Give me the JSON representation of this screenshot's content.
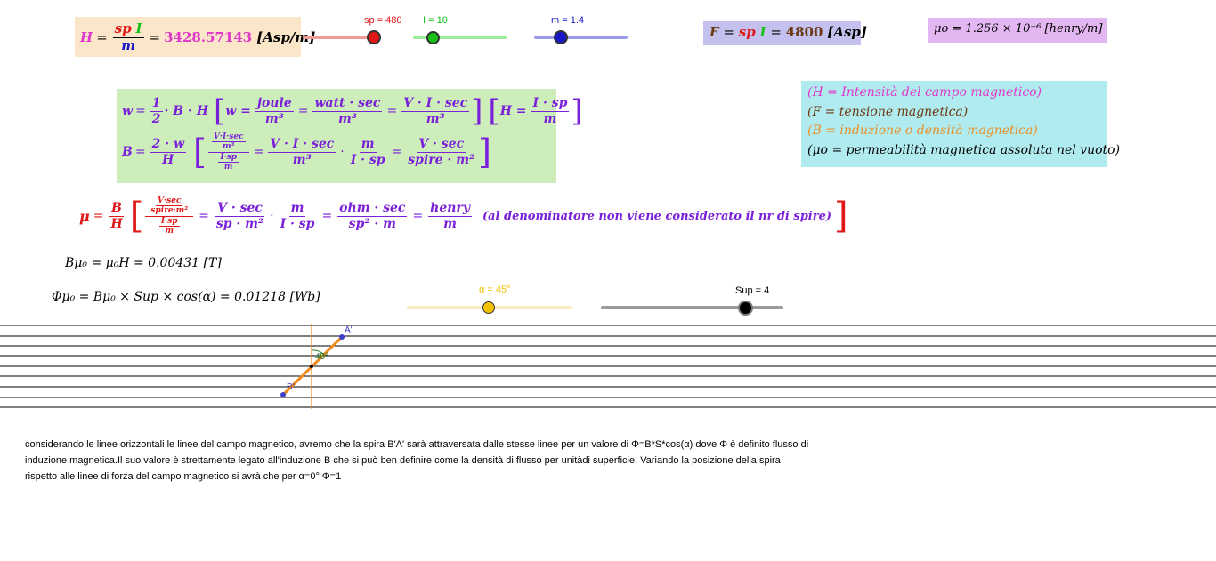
{
  "formula_H": {
    "lhs": "H",
    "eq": "=",
    "num_a": "sp",
    "num_b": "I",
    "den": "m",
    "eq2": "=",
    "value": "3428.57143",
    "unit": "[Asp/m]",
    "bg": "#fce6c9"
  },
  "formula_F": {
    "lhs": "F",
    "eq": "=",
    "a": "sp",
    "b": "I",
    "eq2": "=",
    "value": "4800",
    "unit": "[Asp]",
    "bg": "#c5c1ef"
  },
  "formula_mu0": {
    "text": "μo = 1.256 × 10⁻⁶ [henry/m]",
    "bg": "#e2b6f0"
  },
  "sliders": {
    "sp": {
      "label": "sp = 480",
      "value": 480,
      "color": "#e01818"
    },
    "I": {
      "label": "I = 10",
      "value": 10,
      "color": "#18c018"
    },
    "m": {
      "label": "m = 1.4",
      "value": 1.4,
      "color": "#1818c8"
    },
    "alpha": {
      "label": "α = 45°",
      "value_deg": 45,
      "color": "#f2c200"
    },
    "sup": {
      "label": "Sup = 4",
      "value": 4,
      "color": "#000000"
    }
  },
  "energy": {
    "l1_w": "w",
    "l1_eq": "=",
    "l1_half_num": "1",
    "l1_half_den": "2",
    "l1_bh": "· B · H",
    "l1_w2": "w =",
    "l1_joule": "joule",
    "l1_m3a": "m³",
    "l1_eq2": "=",
    "l1_watt": "watt · sec",
    "l1_m3b": "m³",
    "l1_eq3": "=",
    "l1_vis": "V · I · sec",
    "l1_m3c": "m³",
    "l1_H": "H =",
    "l1_isp": "I · sp",
    "l1_m": "m",
    "l2_B": "B",
    "l2_eq": "=",
    "l2_2w": "2 · w",
    "l2_H": "H",
    "l2_c_num_top": "V·I·sec",
    "l2_c_num_bot": "m³",
    "l2_c_den_top": "I·sp",
    "l2_c_den_bot": "m",
    "l2_eq2": "=",
    "l2_vis": "V · I · sec",
    "l2_m3": "m³",
    "l2_dot": "·",
    "l2_m": "m",
    "l2_isp": "I · sp",
    "l2_eq3": "=",
    "l2_vsec": "V · sec",
    "l2_spm2": "spire · m²",
    "bg": "#cdedbb"
  },
  "mu_formula": {
    "mu": "μ",
    "eq": "=",
    "B": "B",
    "H": "H",
    "c_num_top": "V·sec",
    "c_num_bot": "spire·m²",
    "c_den_top": "I·sp",
    "c_den_bot": "m",
    "eq2": "=",
    "vsec": "V · sec",
    "spm2": "sp · m²",
    "dot": "·",
    "m": "m",
    "isp": "I · sp",
    "eq3": "=",
    "ohm": "ohm · sec",
    "sp2m": "sp² · m",
    "eq4": "=",
    "henry": "henry",
    "m2": "m",
    "note": "(al denominatore non viene considerato il nr di spire)"
  },
  "legend": {
    "l1": "(H = Intensità del campo magnetico)",
    "l2": "(F = tensione magnetica)",
    "l3": "(B = induzione o densità magnetica)",
    "l4": "(μo = permeabilità magnetica assoluta nel vuoto)",
    "c1": "#e038c8",
    "c2": "#6b3a12",
    "c3": "#e8902a",
    "c4": "#000000",
    "bg": "#b0ebef"
  },
  "b_mu0": {
    "text": "Bμ₀ = μ₀H = 0.00431 [T]"
  },
  "phi": {
    "text": "Φμ₀ = Bμ₀ × Sup × cos(α) = 0.01218 [Wb]"
  },
  "diagram": {
    "label_A": "A'",
    "label_B": "B'",
    "angle": "45°",
    "line_color": "#ef8a1c"
  },
  "paragraph": {
    "l1": "considerando le linee orizzontali le linee del campo magnetico, avremo che la spira B'A' sarà attraversata dalle stesse linee per un valore di Φ=B*S*cos(α) dove Φ è definito flusso di",
    "l2": "induzione magnetica.Il suo valore è strettamente legato all'induzione B che si può ben definire come la densità di flusso per unitàdi superficie. Variando la posizione della spira",
    "l3": "rispetto alle linee di forza del campo magnetico si avrà che per α=0° Φ=1"
  }
}
